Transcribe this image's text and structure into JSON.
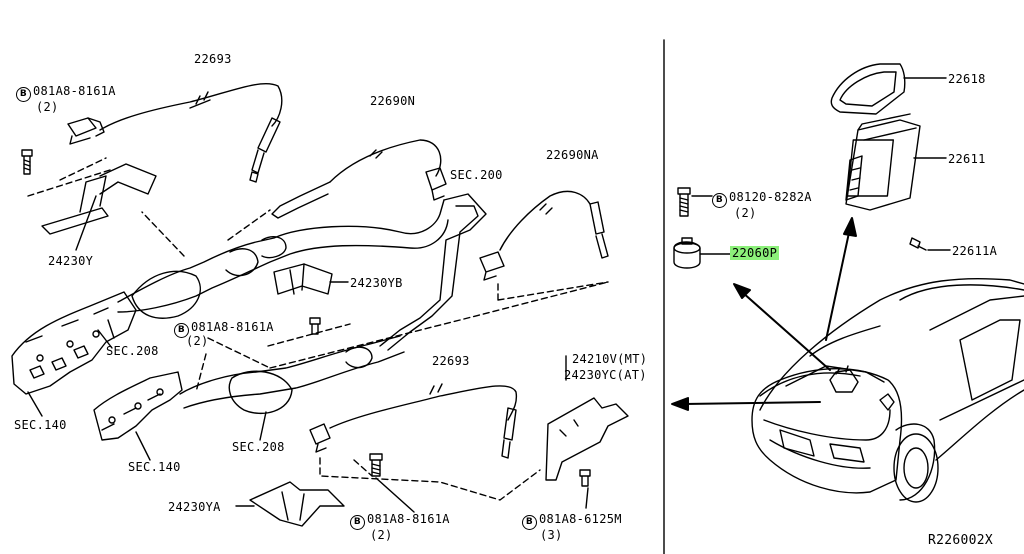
{
  "labels": {
    "p22693_top": "22693",
    "bolt_081a8_8161a_top": "081A8-8161A",
    "qty2_top": "(2)",
    "p24230y": "24230Y",
    "p22690n": "22690N",
    "sec200": "SEC.200",
    "p22690na": "22690NA",
    "p24230yb": "24230YB",
    "bolt_081a8_8161a_mid": "081A8-8161A",
    "qty2_mid": "(2)",
    "sec208_left": "SEC.208",
    "sec140_left": "SEC.140",
    "p22693_bottom": "22693",
    "p24210v": "24210V(MT)",
    "p24230yc": "24230YC(AT)",
    "sec140_bottom": "SEC.140",
    "sec208_bottom": "SEC.208",
    "p24230ya": "24230YA",
    "bolt_081a8_8161a_bottom": "081A8-8161A",
    "qty2_bottom": "(2)",
    "bolt_081a8_6125m": "081A8-6125M",
    "qty3": "(3)",
    "p22618": "22618",
    "p22611": "22611",
    "bolt_08120_8282a": "08120-8282A",
    "qty2_right": "(2)",
    "p22060p": "22060P",
    "p22611a": "22611A",
    "diagram_code": "R226002X"
  },
  "badge_letter": "B",
  "colors": {
    "highlight": "#8cf07a",
    "line": "#000000"
  },
  "icons": [
    "ecm-module-icon",
    "knock-sensor-icon",
    "oxygen-sensor-icon",
    "vehicle-icon",
    "bolt-icon",
    "bracket-icon",
    "catalytic-converter-icon",
    "exhaust-manifold-icon"
  ]
}
